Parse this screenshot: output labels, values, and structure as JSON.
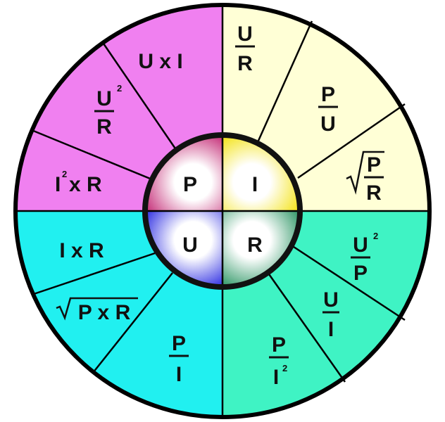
{
  "colors": {
    "power": "#F080F0",
    "current": "#FFFFD6",
    "resistance": "#3FF3C4",
    "voltage": "#21F0F0",
    "center_p": "#C01C6C",
    "center_i": "#F2E000",
    "center_u": "#1E1EE0",
    "center_r": "#1F8F5A",
    "stroke": "#000000"
  },
  "center": {
    "p": "P",
    "i": "I",
    "u": "U",
    "r": "R"
  },
  "power": {
    "u_times_i": "U x I",
    "u2r_num": "U",
    "u2r_exp": "2",
    "u2r_den": "R",
    "i2r_base": "I",
    "i2r_exp": "2",
    "i2r_rest": "x R"
  },
  "current": {
    "ur_num": "U",
    "ur_den": "R",
    "pu_num": "P",
    "pu_den": "U",
    "sqrt_num": "P",
    "sqrt_den": "R"
  },
  "resistance": {
    "u2p_num": "U",
    "u2p_exp": "2",
    "u2p_den": "P",
    "ui_num": "U",
    "ui_den": "I",
    "pi2_num": "P",
    "pi2_den": "I",
    "pi2_exp": "2"
  },
  "voltage": {
    "i_times_r": "I x R",
    "sqrt_pr": "P x R",
    "pi_num": "P",
    "pi_den": "I"
  }
}
